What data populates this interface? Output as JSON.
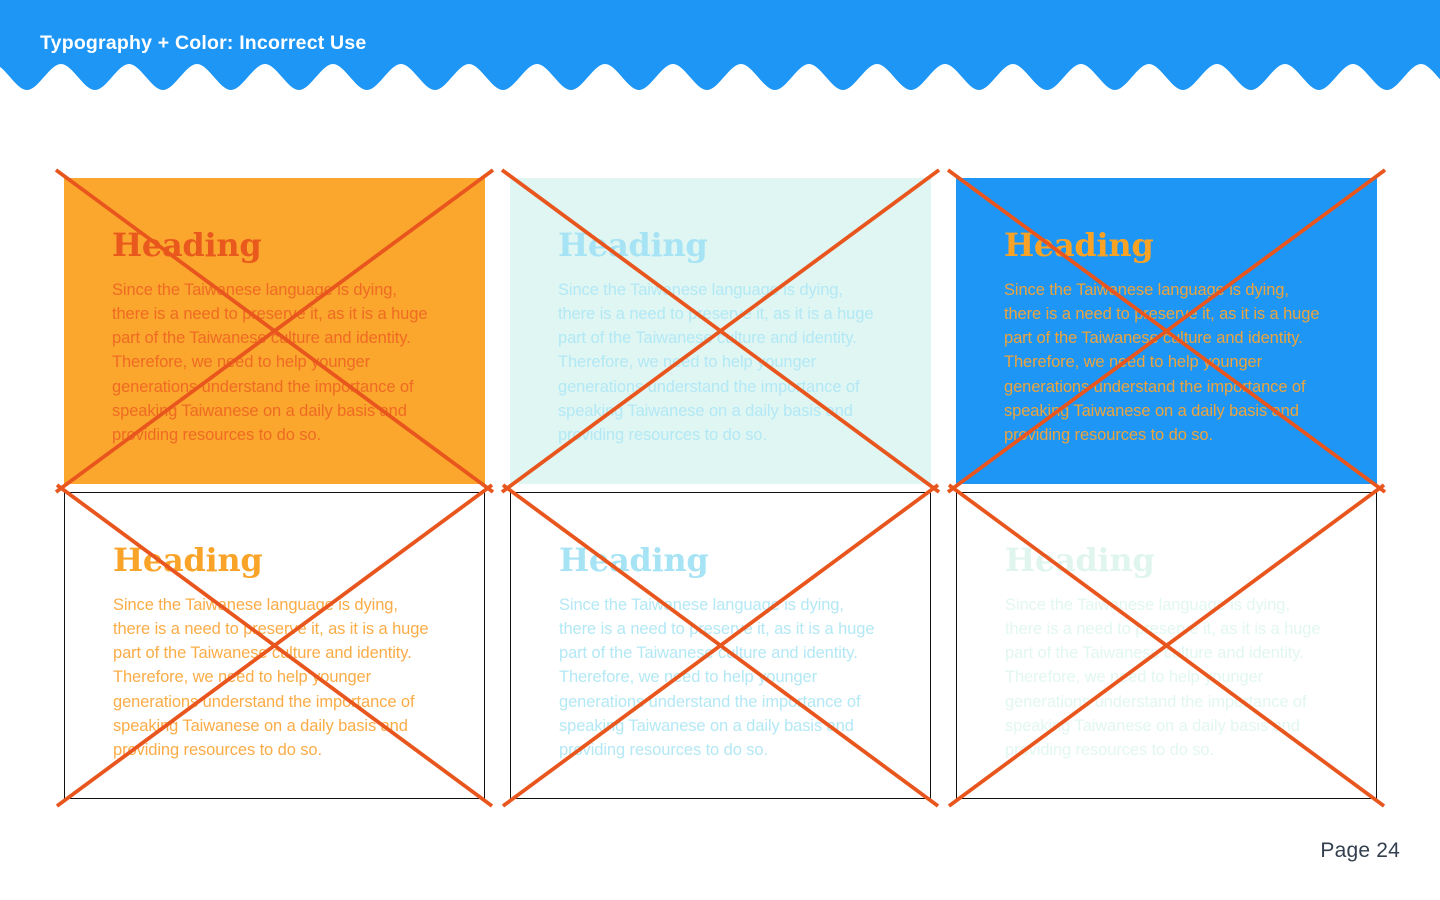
{
  "header": {
    "title": "Typography + Color: Incorrect Use",
    "background_color": "#1E96F6",
    "text_color": "#FFFFFF"
  },
  "cards": {
    "heading": "Heading",
    "body_lines": [
      "Since the Taiwanese language is dying,",
      "there is a need to preserve it, as it is a huge",
      "part of the Taiwanese culture and identity.",
      "Therefore, we need to help younger",
      "generations understand the importance of",
      "speaking Taiwanese on a daily basis and",
      "providing resources to do so."
    ],
    "cross_color": "#E8561E",
    "border_color": "#101010",
    "items": [
      {
        "name": "red-text-on-orange",
        "background": "#FBA62C",
        "bordered": false,
        "heading_color": "#E9591D",
        "body_color": "#EF6B24"
      },
      {
        "name": "cyan-text-on-mint",
        "background": "#DFF6F3",
        "bordered": false,
        "heading_color": "#A6E3F4",
        "body_color": "#B3E8F5"
      },
      {
        "name": "orange-text-on-blue",
        "background": "#1E96F6",
        "bordered": false,
        "heading_color": "#F9A326",
        "body_color": "#EBA43D"
      },
      {
        "name": "orange-text-on-white",
        "background": "#FFFFFF",
        "bordered": true,
        "heading_color": "#F9A428",
        "body_color": "#FBAC47"
      },
      {
        "name": "cyan-text-on-white",
        "background": "#FFFFFF",
        "bordered": true,
        "heading_color": "#A6E3F4",
        "body_color": "#B3E8F5"
      },
      {
        "name": "mint-text-on-white",
        "background": "#FFFFFF",
        "bordered": true,
        "heading_color": "#DFF5EE",
        "body_color": "#E2F7F1"
      }
    ]
  },
  "footer": {
    "page_label": "Page 24",
    "text_color": "#333E4E"
  }
}
